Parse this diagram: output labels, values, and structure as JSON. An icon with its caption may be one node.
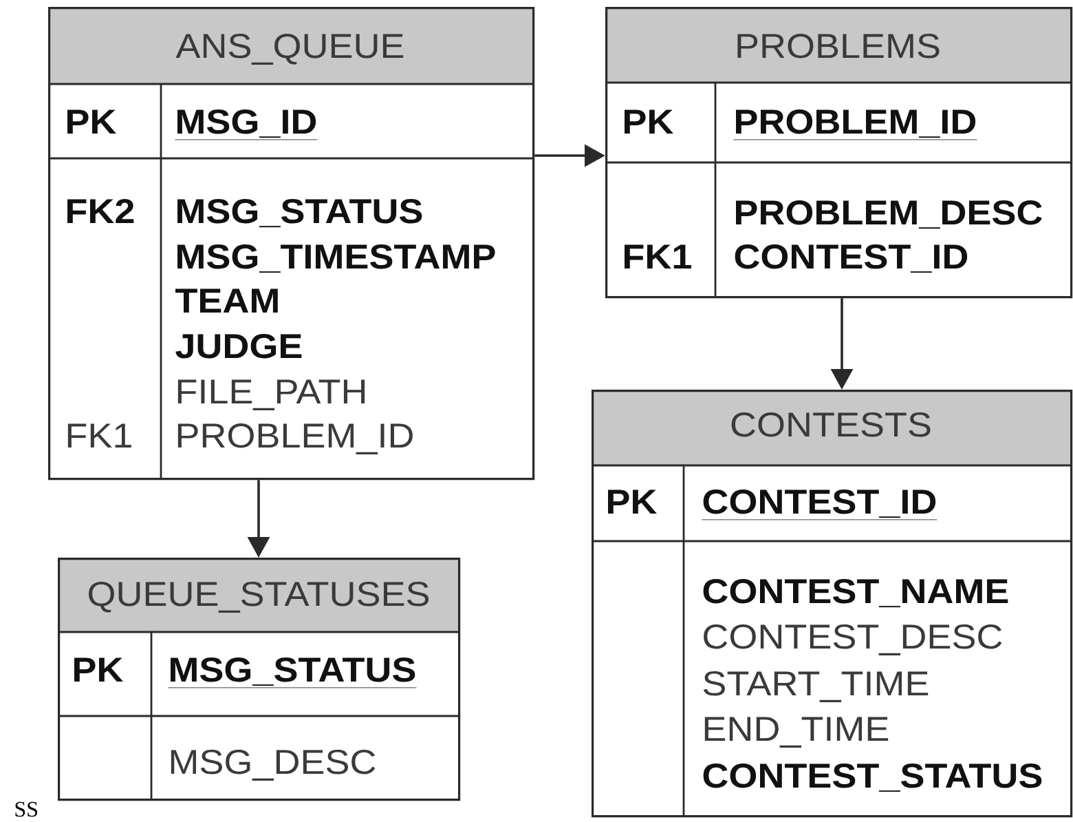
{
  "diagram": {
    "nodes": [
      {
        "text": [
          "ANS_QUEUE",
          "PK",
          "MSG_ID",
          "FK2",
          "MSG_STATUS",
          "MSG_TIMESTAMP",
          "TEAM",
          "JUDGE",
          "FILE_PATH",
          "FK1",
          "PROBLEM_ID"
        ]
      },
      {
        "text": [
          "PROBLEMS",
          "PK",
          "PROBLEM_ID",
          "PROBLEM_DESC",
          "FK1",
          "CONTEST_ID"
        ]
      },
      {
        "text": [
          "CONTESTS",
          "PK",
          "CONTEST_ID",
          "CONTEST_NAME",
          "CONTEST_DESC",
          "START_TIME",
          "END_TIME",
          "CONTEST_STATUS"
        ]
      },
      {
        "text": [
          "QUEUE_STATUSES",
          "PK",
          "MSG_STATUS",
          "MSG_DESC"
        ]
      }
    ],
    "edges": [
      {
        "from": 0,
        "to": 1,
        "arrow": "to"
      },
      {
        "from": 0,
        "to": 3,
        "arrow": "to"
      },
      {
        "from": 1,
        "to": 2,
        "arrow": "to"
      }
    ],
    "labels": [
      "SS"
    ]
  }
}
